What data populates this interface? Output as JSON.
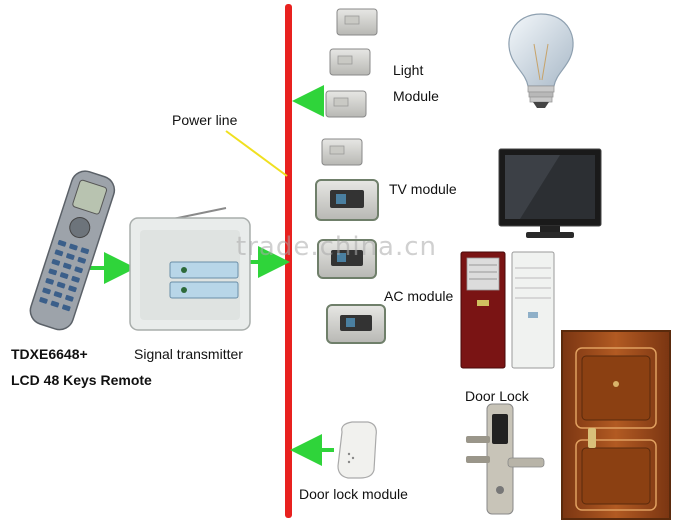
{
  "labels": {
    "power_line": "Power line",
    "light_module_line1": "Light",
    "light_module_line2": "Module",
    "tv_module": "TV module",
    "ac_module": "AC module",
    "door_lock": "Door Lock",
    "door_lock_module": "Door lock module",
    "remote_model": "TDXE6648+",
    "remote_desc": "LCD 48 Keys Remote",
    "signal_transmitter": "Signal transmitter"
  },
  "watermark": "trade.china.cn",
  "colors": {
    "power_line": "#e8211f",
    "arrow": "#2fd43a",
    "pointer": "#f0e020",
    "module_body": "#d6d6d2",
    "door": "#9a4a1c",
    "tv_frame": "#1a1a1a",
    "ac_red": "#7a1414"
  },
  "icons": [
    "light-bulb-icon",
    "tv-icon",
    "air-conditioner-icon",
    "door-icon",
    "door-handle-icon",
    "remote-control-icon",
    "transmitter-icon",
    "module-icon"
  ]
}
